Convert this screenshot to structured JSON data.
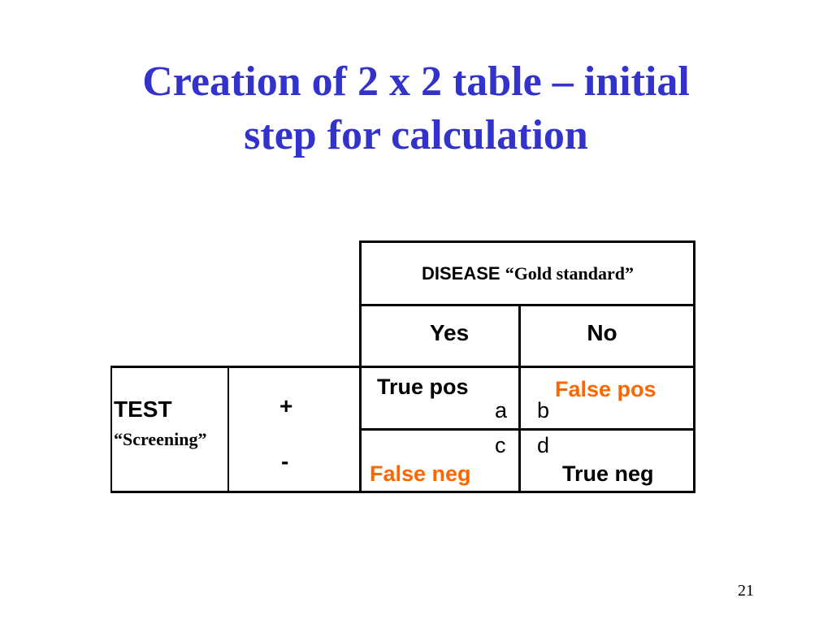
{
  "slide": {
    "title_line1": "Creation of 2 x 2 table – initial",
    "title_line2": "step for calculation",
    "page_number": "21"
  },
  "table": {
    "disease_label": "DISEASE",
    "gold_standard": "“Gold standard”",
    "col_yes": "Yes",
    "col_no": "No",
    "test_label": "TEST",
    "screening_label": "“Screening”",
    "row_plus": "+",
    "row_minus": "-",
    "cells": {
      "a": {
        "label": "True pos",
        "letter": "a"
      },
      "b": {
        "label": "False pos",
        "letter": "b"
      },
      "c": {
        "label": "False neg",
        "letter": "c"
      },
      "d": {
        "label": "True neg",
        "letter": "d"
      }
    }
  },
  "colors": {
    "title": "#3333cc",
    "false_result": "#ff6600",
    "text": "#000000"
  }
}
